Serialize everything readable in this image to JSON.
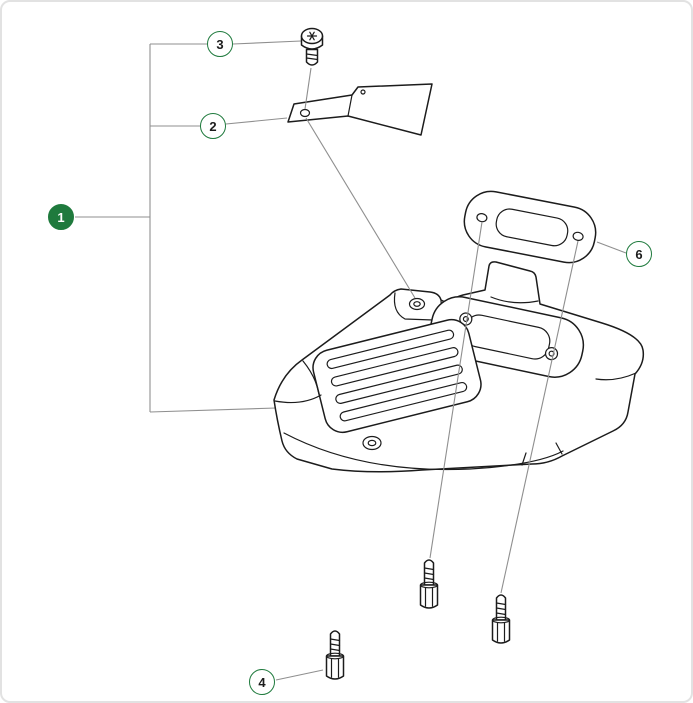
{
  "diagram": {
    "callouts": [
      {
        "number": "1",
        "style": "filled"
      },
      {
        "number": "2",
        "style": "outline"
      },
      {
        "number": "3",
        "style": "outline"
      },
      {
        "number": "4",
        "style": "outline"
      },
      {
        "number": "6",
        "style": "outline"
      }
    ]
  },
  "colors": {
    "accent_green": "#1f7a3d",
    "part_line": "#1c1c1c",
    "leader_line": "#8f8f8f",
    "canvas_border": "#e2e2e2",
    "background": "#ffffff"
  }
}
